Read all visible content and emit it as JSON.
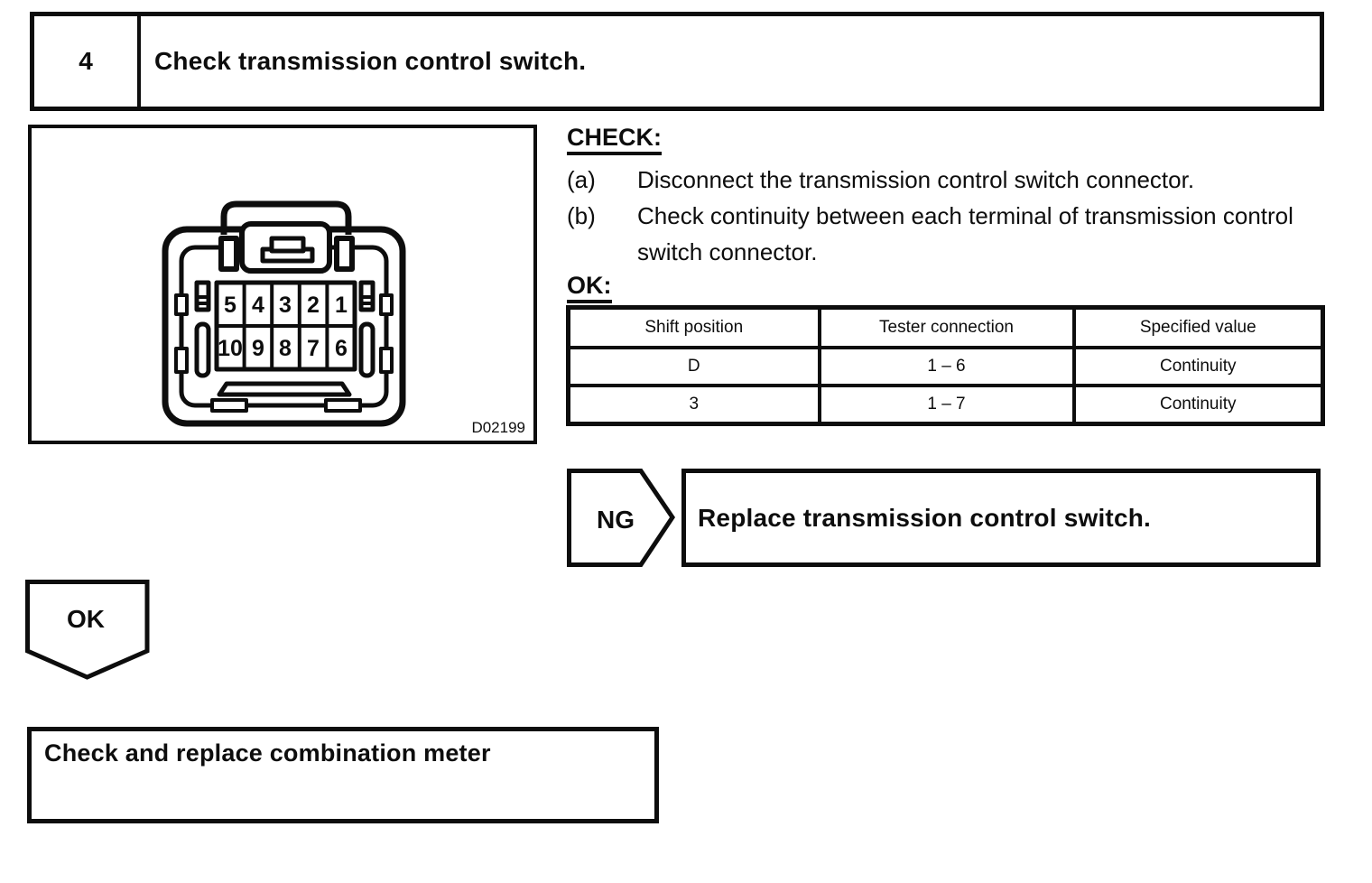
{
  "page": {
    "ink_color": "#0d0d0d",
    "background_color": "#ffffff"
  },
  "step_header": {
    "number": "4",
    "title": "Check transmission control switch."
  },
  "figure": {
    "code": "D02199",
    "connector": {
      "pin_rows": [
        [
          "5",
          "4",
          "3",
          "2",
          "1"
        ],
        [
          "10",
          "9",
          "8",
          "7",
          "6"
        ]
      ]
    }
  },
  "check_section": {
    "heading": "CHECK:",
    "items": [
      {
        "label": "(a)",
        "text": "Disconnect the transmission control switch connector."
      },
      {
        "label": "(b)",
        "text": "Check continuity between each terminal of transmission control switch connector."
      }
    ],
    "ok_heading": "OK:"
  },
  "ok_table": {
    "headers": [
      "Shift position",
      "Tester connection",
      "Specified value"
    ],
    "rows": [
      [
        "D",
        "1 – 6",
        "Continuity"
      ],
      [
        "3",
        "1 – 7",
        "Continuity"
      ]
    ]
  },
  "ng_branch": {
    "label": "NG",
    "action": "Replace transmission control switch."
  },
  "ok_branch": {
    "label": "OK",
    "action": "Check and replace combination meter"
  }
}
